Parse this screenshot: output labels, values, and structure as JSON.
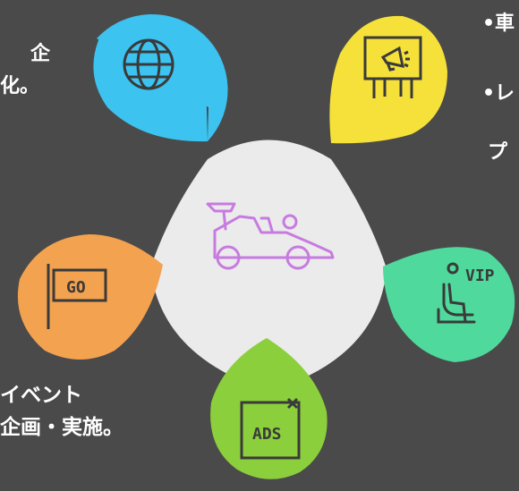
{
  "center": {
    "icon": "race-car-icon",
    "fill": "#ebebeb",
    "icon_color": "#c77be0"
  },
  "petals": [
    {
      "id": "globe",
      "icon": "globe-icon",
      "color": "#3cc3f0",
      "label": ""
    },
    {
      "id": "billboard",
      "icon": "billboard-icon",
      "color": "#f6e13a",
      "label": ""
    },
    {
      "id": "vip",
      "icon": "vip-seat-icon",
      "color": "#4fd99c",
      "label": "VIP"
    },
    {
      "id": "ads",
      "icon": "ads-window-icon",
      "color": "#8ccf3c",
      "label": "ADS"
    },
    {
      "id": "go-flag",
      "icon": "go-flag-icon",
      "color": "#f3a24f",
      "label": "GO"
    }
  ],
  "texts": {
    "top_left_line1": "企",
    "top_left_line2": "化。",
    "top_right_line1": "•車",
    "top_right_line2": "•レ",
    "top_right_line3": "プ",
    "bottom_left_line1": "イベント",
    "bottom_left_line2": "企画・実施。"
  },
  "colors": {
    "background": "#4a4a4a",
    "icon_stroke": "#3a3a3a",
    "text": "#ffffff"
  }
}
